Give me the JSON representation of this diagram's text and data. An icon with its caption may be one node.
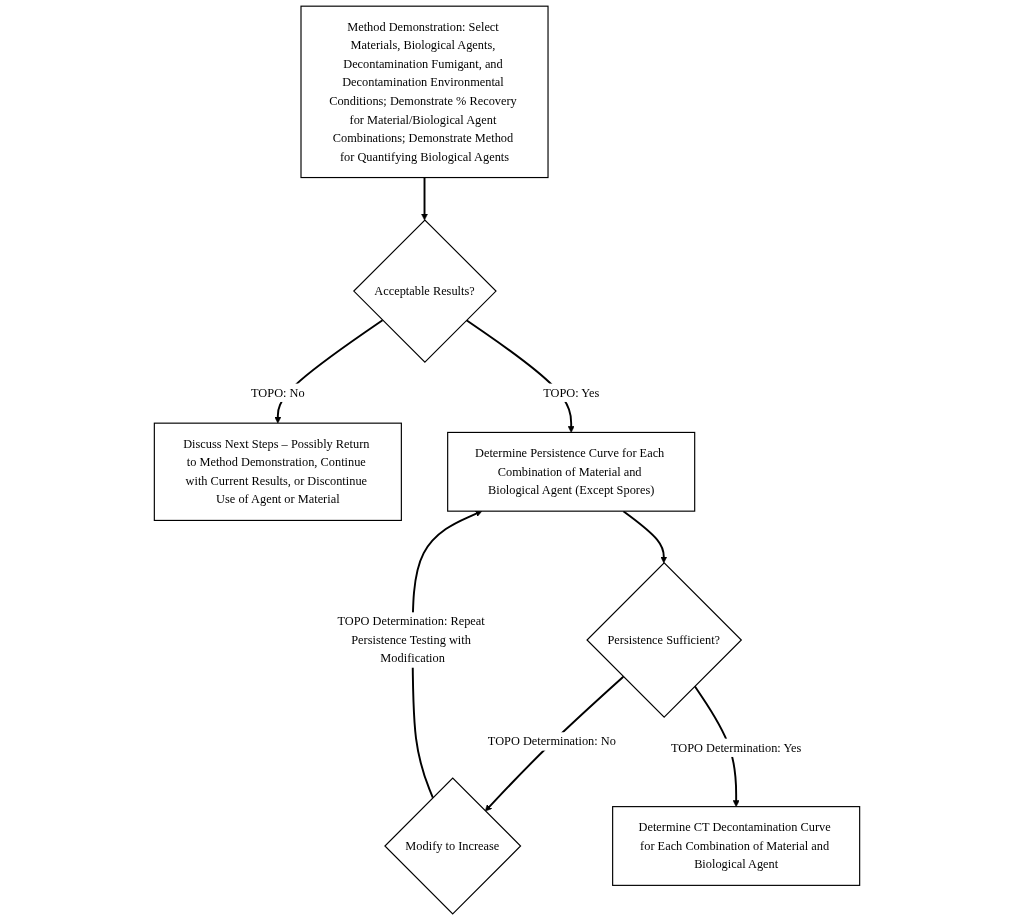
{
  "diagram": {
    "nodes": [
      {
        "text": [
          "Method Demonstration: Select Materials, Biological Agents, Decontamination Fumigant, and Decontamination Environmental Conditions; Demonstrate % Recovery for Material/Biological Agent Combinations; Demonstrate Method for Quantifying Biological Agents"
        ]
      },
      {
        "text": [
          "Acceptable Results?"
        ]
      },
      {
        "text": [
          "Discuss Next Steps – Possibly Return to Method Demonstration, Continue with Current Results, or Discontinue Use of Agent or Material"
        ]
      },
      {
        "text": [
          "Determine Persistence Curve for Each Combination of Material and Biological Agent (Except Spores)"
        ]
      },
      {
        "text": [
          "Persistence Sufficient?"
        ]
      },
      {
        "text": [
          "Modify to Increase"
        ]
      },
      {
        "text": [
          "Determine CT Decontamination Curve for Each Combination of Material and Biological Agent"
        ]
      }
    ],
    "edges": [
      {
        "from": 0,
        "to": 1,
        "arrow": "to"
      },
      {
        "from": 1,
        "to": 2,
        "arrow": "to",
        "label": "TOPO: No"
      },
      {
        "from": 1,
        "to": 3,
        "arrow": "to",
        "label": "TOPO: Yes"
      },
      {
        "from": 3,
        "to": 4,
        "arrow": "to"
      },
      {
        "from": 4,
        "to": 5,
        "arrow": "to",
        "label": "TOPO Determination: No"
      },
      {
        "from": 5,
        "to": 3,
        "arrow": "to",
        "label": "TOPO Determination: Repeat Persistence Testing with Modification"
      },
      {
        "from": 4,
        "to": 6,
        "arrow": "to",
        "label": "TOPO Determination: Yes"
      }
    ]
  }
}
